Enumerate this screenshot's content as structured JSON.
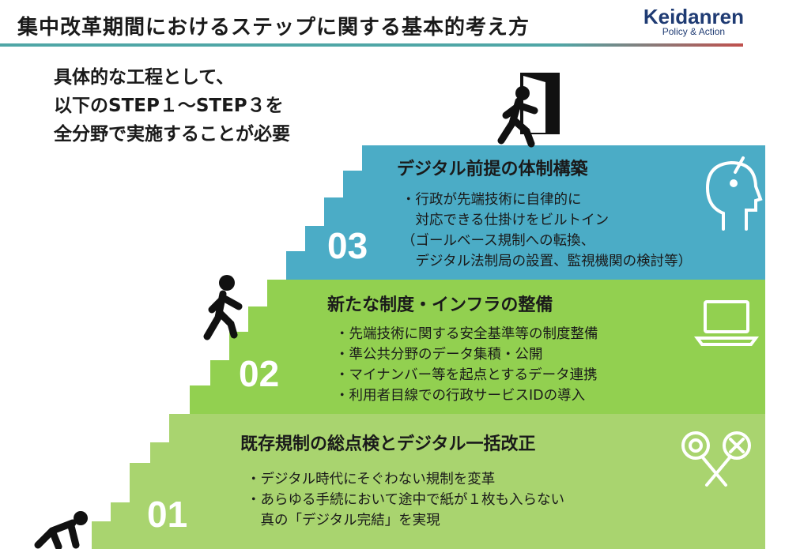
{
  "header": {
    "title": "集中改革期間におけるステップに関する基本的考え方",
    "brand_name": "Keidanren",
    "brand_sub": "Policy & Action"
  },
  "intro": [
    "具体的な工程として、",
    "以下のSTEP１〜STEP３を",
    "全分野で実施することが必要"
  ],
  "steps": [
    {
      "number": "03",
      "heading": "デジタル前提の体制構築",
      "bullets": [
        "・行政が先端技術に自律的に",
        "　対応できる仕掛けをビルトイン",
        "（ゴールベース規制への転換、",
        "　デジタル法制局の設置、監視機関の検討等）"
      ],
      "icon": "idea-head-icon",
      "color": "#4bacc6"
    },
    {
      "number": "02",
      "heading": "新たな制度・インフラの整備",
      "bullets": [
        "・先端技術に関する安全基準等の制度整備",
        "・準公共分野のデータ集積・公開",
        "・マイナンバー等を起点とするデータ連携",
        "・利用者目線での行政サービスIDの導入"
      ],
      "icon": "laptop-icon",
      "color": "#92d050"
    },
    {
      "number": "01",
      "heading": "既存規制の総点検とデジタル一括改正",
      "bullets": [
        "・デジタル時代にそぐわない規制を変革",
        "・あらゆる手続において途中で紙が１枚も入らない",
        "　真の「デジタル完結」を実現"
      ],
      "icon": "maru-batsu-icon",
      "color": "#a9d46f"
    }
  ]
}
